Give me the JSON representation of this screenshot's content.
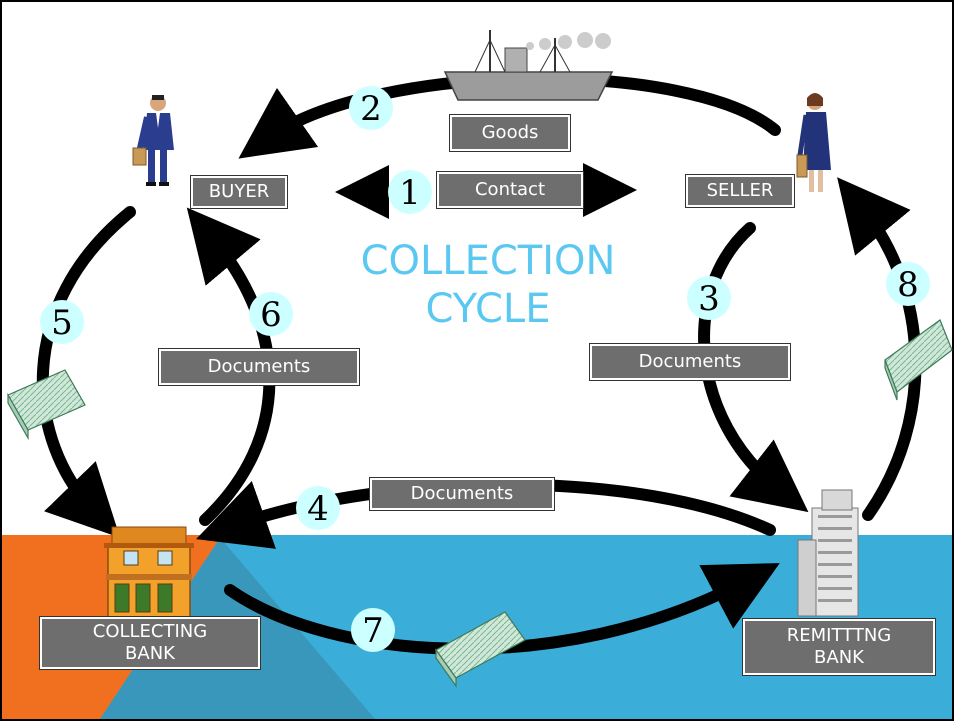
{
  "title": {
    "line1": "COLLECTION",
    "line2": "CYCLE"
  },
  "parties": {
    "buyer": "BUYER",
    "seller": "SELLER",
    "collecting_bank": "COLLECTING BANK",
    "remitting_bank": "REMITTTNG BANK"
  },
  "labels": {
    "goods": "Goods",
    "contact": "Contact",
    "documents_3": "Documents",
    "documents_4": "Documents",
    "documents_6": "Documents"
  },
  "steps": {
    "s1": "1",
    "s2": "2",
    "s3": "3",
    "s4": "4",
    "s5": "5",
    "s6": "6",
    "s7": "7",
    "s8": "8"
  },
  "colors": {
    "sea": "#3aaed8",
    "land": "#f07020",
    "step_badge": "#ccffff",
    "title": "#5bc8f2",
    "box": "#6e6e6e"
  },
  "icons": [
    "ship-icon",
    "buyer-person-icon",
    "seller-person-icon",
    "collecting-bank-building-icon",
    "remitting-bank-building-icon",
    "money-icon"
  ]
}
